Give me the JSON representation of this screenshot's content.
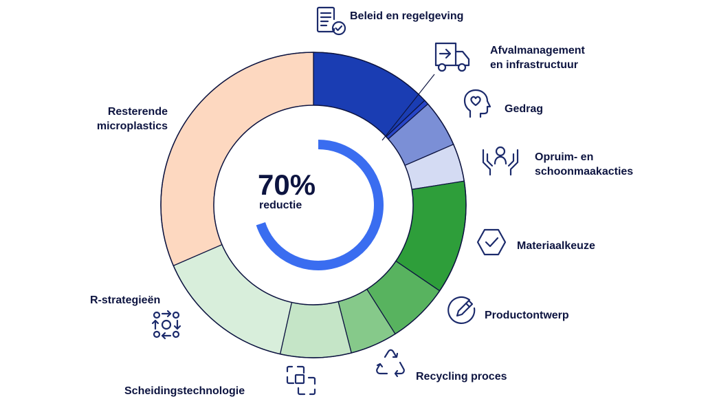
{
  "chart_data": {
    "type": "donut",
    "center": {
      "value": "70%",
      "label": "reductie",
      "progress_fraction": 0.7
    },
    "segments": [
      {
        "label": "Beleid en regelgeving",
        "value": 13,
        "color": "#1a3db3",
        "icon": "document-check-icon"
      },
      {
        "label": "Afvalmanagement en infrastructuur",
        "value": 0.5,
        "color": "#2846c8",
        "icon": "truck-icon"
      },
      {
        "label": "Gedrag",
        "value": 5,
        "color": "#7b8fd6",
        "icon": "head-heart-icon"
      },
      {
        "label": "Opruim- en schoonmaakacties",
        "value": 4,
        "color": "#d4dbf3",
        "icon": "hands-person-icon"
      },
      {
        "label": "Materiaalkeuze",
        "value": 12,
        "color": "#2e9e3a",
        "icon": "hexagon-check-icon"
      },
      {
        "label": "Productontwerp",
        "value": 6.5,
        "color": "#58b35f",
        "icon": "pencil-circle-icon"
      },
      {
        "label": "Recycling proces",
        "value": 5,
        "color": "#86c98a",
        "icon": "recycle-icon"
      },
      {
        "label": "Scheidingstechnologie",
        "value": 7.5,
        "color": "#c5e5c7",
        "icon": "layered-squares-icon"
      },
      {
        "label": "R-strategieën",
        "value": 15,
        "color": "#d8eedb",
        "icon": "circular-arrows-icon"
      },
      {
        "label": "Resterende microplastics",
        "value": 31.5,
        "color": "#fdd8c0",
        "icon": ""
      }
    ]
  },
  "labels": {
    "beleid": "Beleid en regelgeving",
    "afval_line1": "Afvalmanagement",
    "afval_line2": "en infrastructuur",
    "gedrag": "Gedrag",
    "opruim_line1": "Opruim- en",
    "opruim_line2": "schoonmaakacties",
    "materiaal": "Materiaalkeuze",
    "product": "Productontwerp",
    "recycling": "Recycling proces",
    "scheiding": "Scheidingstechnologie",
    "rstrat": "R-strategieën",
    "rest_line1": "Resterende",
    "rest_line2": "microplastics"
  },
  "colors": {
    "outline": "#0d1440",
    "icon": "#1b2a6b",
    "progress": "#3a6df0"
  }
}
